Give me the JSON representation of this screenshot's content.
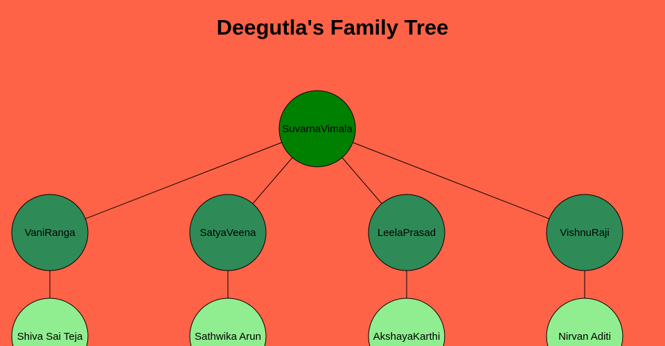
{
  "title": "Deegutla's Family Tree",
  "colors": {
    "background": "#FF6347",
    "root": "#008000",
    "generation2": "#2E8B57",
    "generation3": "#90EE90"
  },
  "tree": {
    "name": "SuvarnaVimala",
    "children": [
      {
        "name": "VaniRanga",
        "children": [
          {
            "name": "Shiva Sai Teja"
          }
        ]
      },
      {
        "name": "SatyaVeena",
        "children": [
          {
            "name": "Sathwika Arun"
          }
        ]
      },
      {
        "name": "LeelaPrasad",
        "children": [
          {
            "name": "AkshayaKarthi"
          }
        ]
      },
      {
        "name": "VishnuRaji",
        "children": [
          {
            "name": "Nirvan Aditi"
          }
        ]
      }
    ]
  }
}
